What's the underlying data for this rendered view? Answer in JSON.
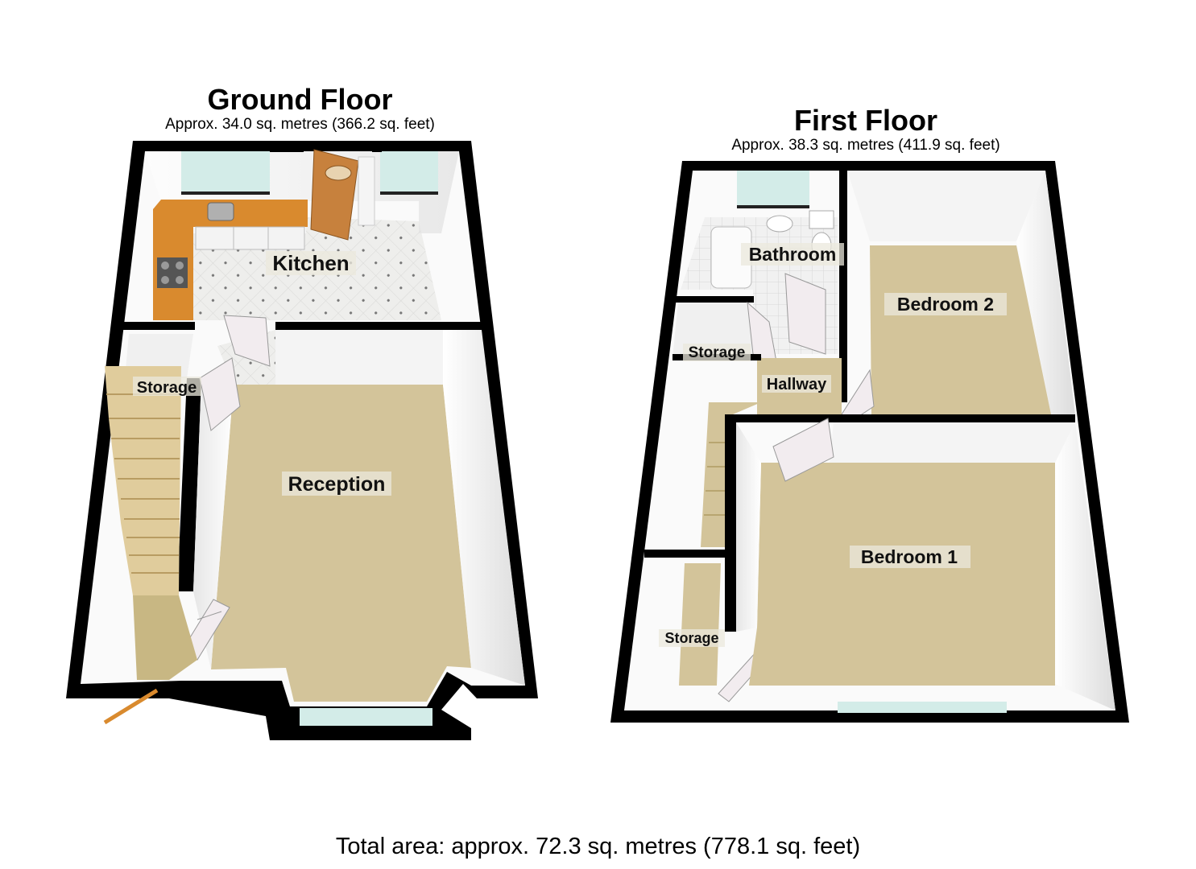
{
  "ground_floor": {
    "title": "Ground Floor",
    "area": "Approx. 34.0 sq. metres (366.2 sq. feet)",
    "rooms": {
      "kitchen": "Kitchen",
      "reception": "Reception",
      "storage": "Storage"
    }
  },
  "first_floor": {
    "title": "First Floor",
    "area": "Approx. 38.3 sq. metres (411.9 sq. feet)",
    "rooms": {
      "bathroom": "Bathroom",
      "bedroom2": "Bedroom 2",
      "storage_upper": "Storage",
      "hallway": "Hallway",
      "bedroom1": "Bedroom 1",
      "storage_lower": "Storage"
    }
  },
  "total_area": "Total area: approx. 72.3 sq. metres (778.1 sq. feet)",
  "colors": {
    "wall": "#000000",
    "wall_face": "#f2f2f2",
    "carpet": "#d3c49a",
    "tile_floor": "#ecedec",
    "worktop": "#d98a2e",
    "door": "#c7813d",
    "window": "#d3ece8",
    "stair": "#e0cc9c"
  }
}
